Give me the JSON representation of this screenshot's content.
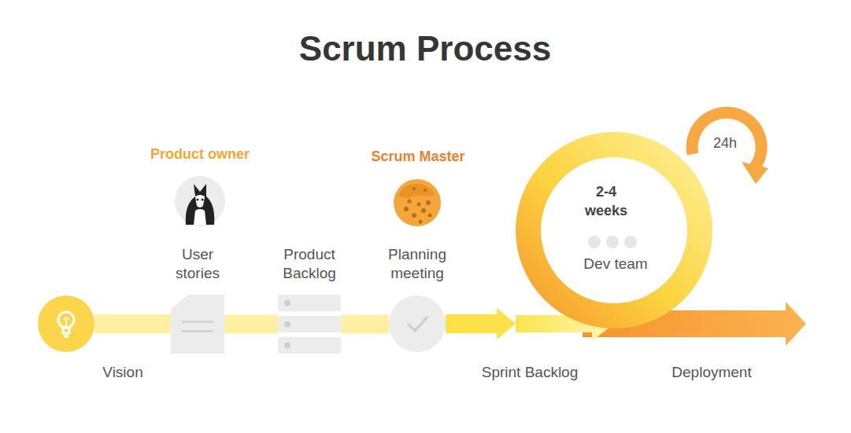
{
  "diagram": {
    "title": "Scrum Process",
    "nodes": [
      {
        "text": [
          "Vision"
        ]
      },
      {
        "text": [
          "Product owner"
        ]
      },
      {
        "text": [
          "User stories"
        ]
      },
      {
        "text": [
          "Product Backlog"
        ]
      },
      {
        "text": [
          "Scrum Master"
        ]
      },
      {
        "text": [
          "Planning meeting"
        ]
      },
      {
        "text": [
          "2-4 weeks",
          "Dev team"
        ]
      }
    ],
    "edges": [
      {
        "from": 0,
        "to": 2,
        "arrow": "none"
      },
      {
        "from": 2,
        "to": 3,
        "arrow": "none"
      },
      {
        "from": 3,
        "to": 5,
        "arrow": "none"
      },
      {
        "from": 5,
        "to": 6,
        "arrow": "to"
      }
    ],
    "labels": [
      "Sprint Backlog",
      "Deployment",
      "24h"
    ]
  }
}
